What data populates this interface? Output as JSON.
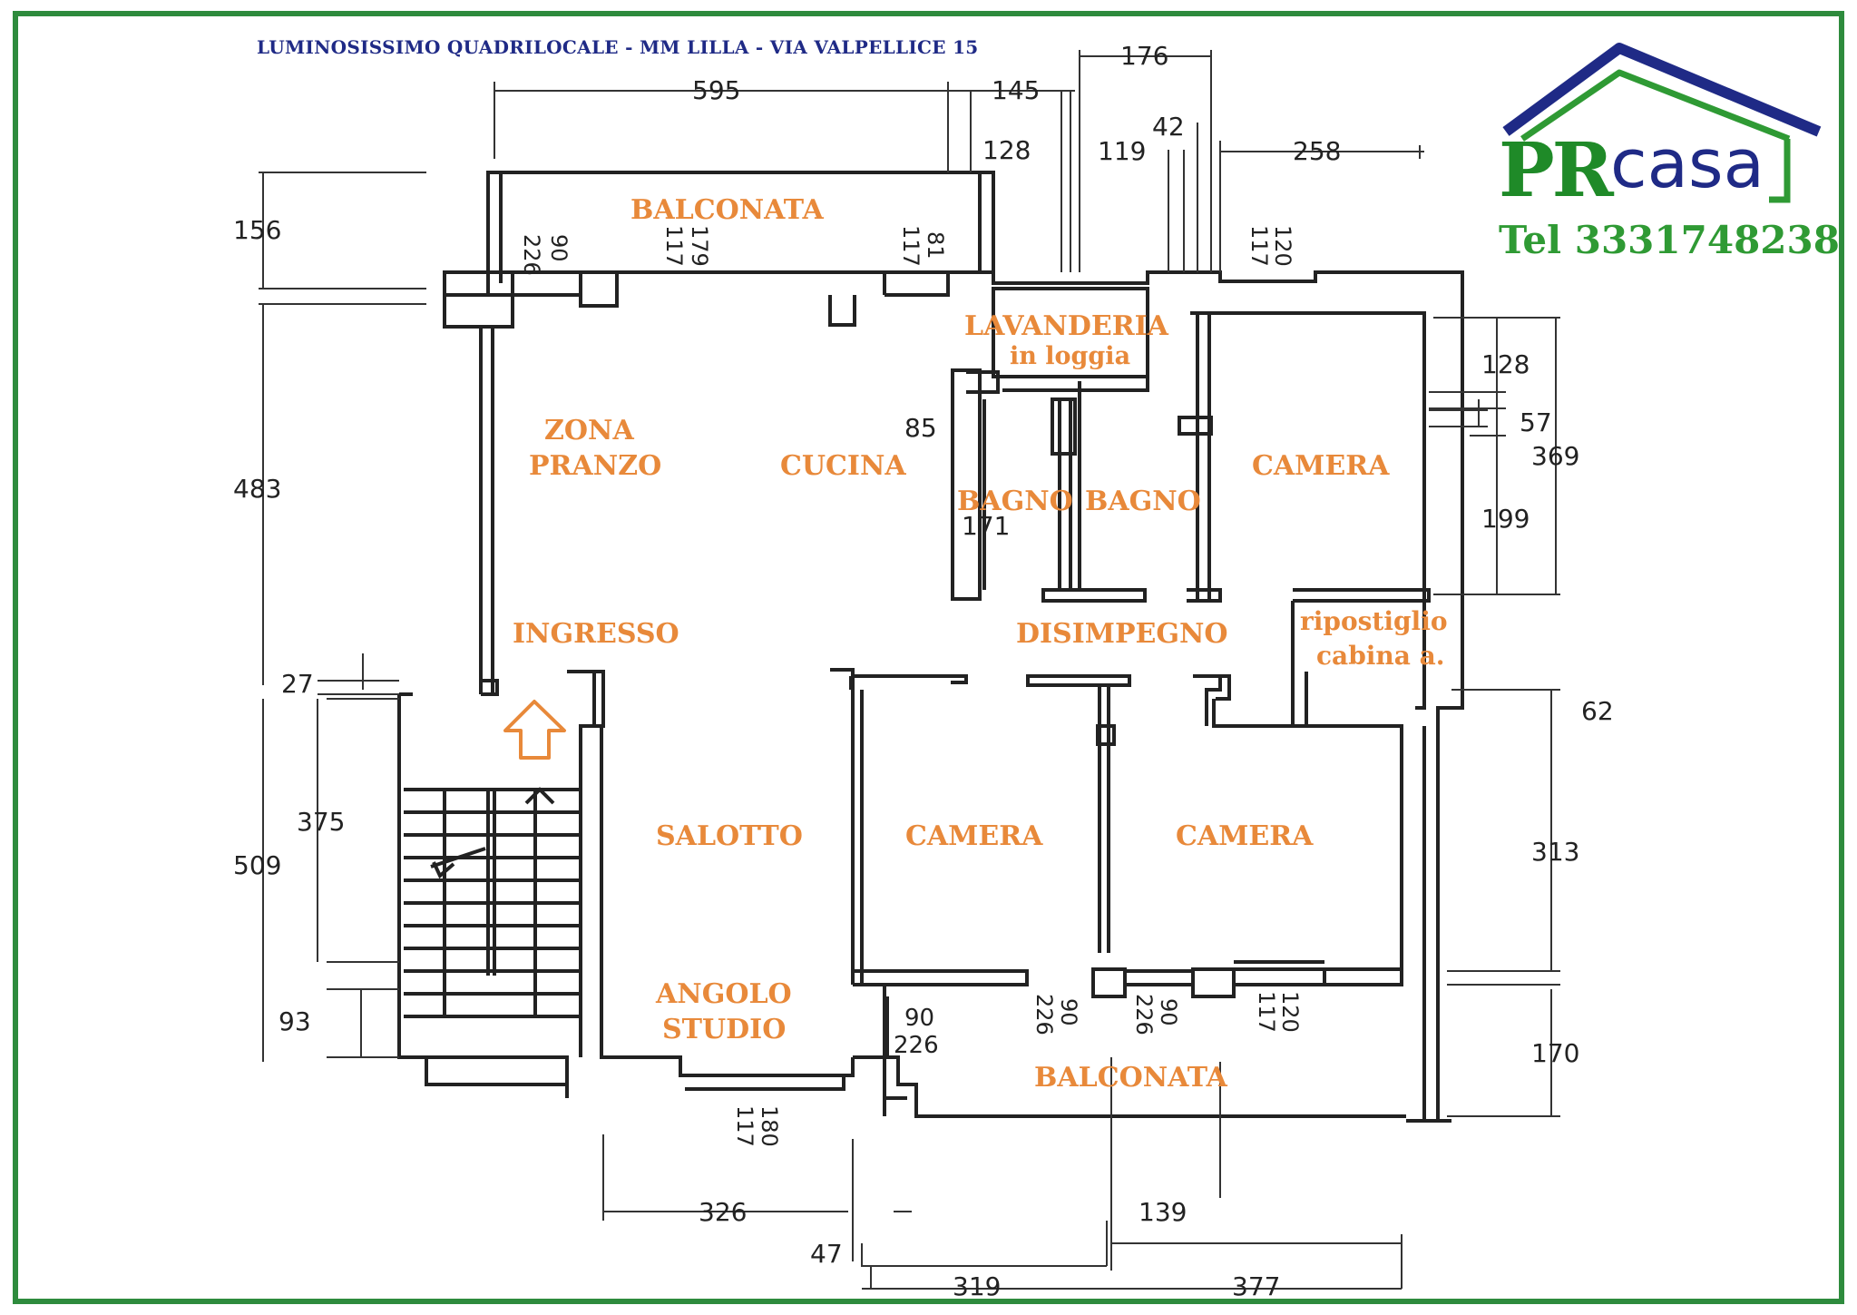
{
  "header": {
    "title": "LUMINOSISSIMO QUADRILOCALE - MM LILLA - VIA VALPELLICE 15"
  },
  "brand": {
    "name_pr": "PR",
    "name_casa": "casa",
    "phone": "Tel 3331748238",
    "colors": {
      "frame": "#2e8b3d",
      "green": "#1f8a28",
      "navy": "#1f2a86",
      "room_label": "#e8893a"
    }
  },
  "rooms": {
    "balconata_top": "BALCONATA",
    "lavanderia": "LAVANDERIA",
    "lavanderia_sub": "in loggia",
    "zona_pranzo_1": "ZONA",
    "zona_pranzo_2": "PRANZO",
    "cucina": "CUCINA",
    "bagno1": "BAGNO",
    "bagno2": "BAGNO",
    "camera_ne": "CAMERA",
    "ingresso": "INGRESSO",
    "disimpegno": "DISIMPEGNO",
    "ripostiglio_1": "ripostiglio",
    "ripostiglio_2": "cabina a.",
    "salotto": "SALOTTO",
    "camera_s1": "CAMERA",
    "camera_s2": "CAMERA",
    "angolo_1": "ANGOLO",
    "angolo_2": "STUDIO",
    "balconata_bottom": "BALCONATA"
  },
  "dimensions": {
    "d595": "595",
    "d145": "145",
    "d176": "176",
    "d128a": "128",
    "d119": "119",
    "d42": "42",
    "d258": "258",
    "d156": "156",
    "d483": "483",
    "d85": "85",
    "d171": "171",
    "d128b": "128",
    "d57": "57",
    "d369": "369",
    "d199": "199",
    "d27": "27",
    "d375": "375",
    "d509": "509",
    "d93": "93",
    "d62": "62",
    "d313": "313",
    "d170": "170",
    "d326": "326",
    "d47": "47",
    "d319": "319",
    "d139": "139",
    "d377": "377",
    "w226a": "226",
    "w90a": "90",
    "w117a": "117",
    "w179": "179",
    "w117b": "117",
    "w81": "81",
    "w117c": "117",
    "w120a": "120",
    "w90b": "90",
    "w226b": "226",
    "w226c": "226",
    "w90c": "90",
    "w226d": "226",
    "w90d": "90",
    "w120b": "120",
    "w117d": "117",
    "w117e": "117",
    "w180": "180"
  }
}
